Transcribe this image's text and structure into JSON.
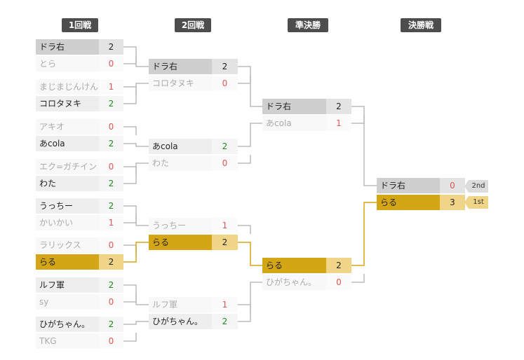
{
  "rounds": [
    "1回戦",
    "2回戦",
    "準決勝",
    "決勝戦"
  ],
  "placements": {
    "second": "2nd",
    "first": "1st"
  },
  "colors": {
    "gold": "#d4a514",
    "gold_light": "#f0d488",
    "header": "#4d4d4d",
    "win_score": "#1c8a1c",
    "lose_score": "#e05555",
    "line": "#bbbbbb"
  },
  "matches": [
    {
      "round": 0,
      "teams": [
        {
          "name": "ドラ右",
          "score": "2",
          "result": "win",
          "style": "hl"
        },
        {
          "name": "とら",
          "score": "0",
          "result": "lose"
        }
      ]
    },
    {
      "round": 0,
      "teams": [
        {
          "name": "まじまじんけん",
          "score": "1",
          "result": "lose"
        },
        {
          "name": "コロタヌキ",
          "score": "2",
          "result": "win"
        }
      ]
    },
    {
      "round": 0,
      "teams": [
        {
          "name": "アキオ",
          "score": "0",
          "result": "lose"
        },
        {
          "name": "あcola",
          "score": "2",
          "result": "win"
        }
      ]
    },
    {
      "round": 0,
      "teams": [
        {
          "name": "エク=ガチイン",
          "score": "0",
          "result": "lose"
        },
        {
          "name": "わた",
          "score": "2",
          "result": "win"
        }
      ]
    },
    {
      "round": 0,
      "teams": [
        {
          "name": "うっちー",
          "score": "2",
          "result": "win"
        },
        {
          "name": "かいかい",
          "score": "1",
          "result": "lose"
        }
      ]
    },
    {
      "round": 0,
      "teams": [
        {
          "name": "ラリックス",
          "score": "0",
          "result": "lose"
        },
        {
          "name": "らる",
          "score": "2",
          "result": "win",
          "style": "champ"
        }
      ]
    },
    {
      "round": 0,
      "teams": [
        {
          "name": "ルフ軍",
          "score": "2",
          "result": "win"
        },
        {
          "name": "sy",
          "score": "0",
          "result": "lose"
        }
      ]
    },
    {
      "round": 0,
      "teams": [
        {
          "name": "ひがちゃん。",
          "score": "2",
          "result": "win"
        },
        {
          "name": "TKG",
          "score": "0",
          "result": "lose"
        }
      ]
    },
    {
      "round": 1,
      "teams": [
        {
          "name": "ドラ右",
          "score": "2",
          "result": "win",
          "style": "hl"
        },
        {
          "name": "コロタヌキ",
          "score": "0",
          "result": "lose"
        }
      ]
    },
    {
      "round": 1,
      "teams": [
        {
          "name": "あcola",
          "score": "2",
          "result": "win"
        },
        {
          "name": "わた",
          "score": "0",
          "result": "lose"
        }
      ]
    },
    {
      "round": 1,
      "teams": [
        {
          "name": "うっちー",
          "score": "1",
          "result": "lose"
        },
        {
          "name": "らる",
          "score": "2",
          "result": "win",
          "style": "champ"
        }
      ]
    },
    {
      "round": 1,
      "teams": [
        {
          "name": "ルフ軍",
          "score": "1",
          "result": "lose"
        },
        {
          "name": "ひがちゃん。",
          "score": "2",
          "result": "win"
        }
      ]
    },
    {
      "round": 2,
      "teams": [
        {
          "name": "ドラ右",
          "score": "2",
          "result": "win",
          "style": "hl"
        },
        {
          "name": "あcola",
          "score": "1",
          "result": "lose"
        }
      ]
    },
    {
      "round": 2,
      "teams": [
        {
          "name": "らる",
          "score": "2",
          "result": "win",
          "style": "champ"
        },
        {
          "name": "ひがちゃん。",
          "score": "0",
          "result": "lose"
        }
      ]
    },
    {
      "round": 3,
      "teams": [
        {
          "name": "ドラ右",
          "score": "0",
          "result": "lose",
          "style": "hl runner"
        },
        {
          "name": "らる",
          "score": "3",
          "result": "win",
          "style": "champ"
        }
      ]
    }
  ]
}
